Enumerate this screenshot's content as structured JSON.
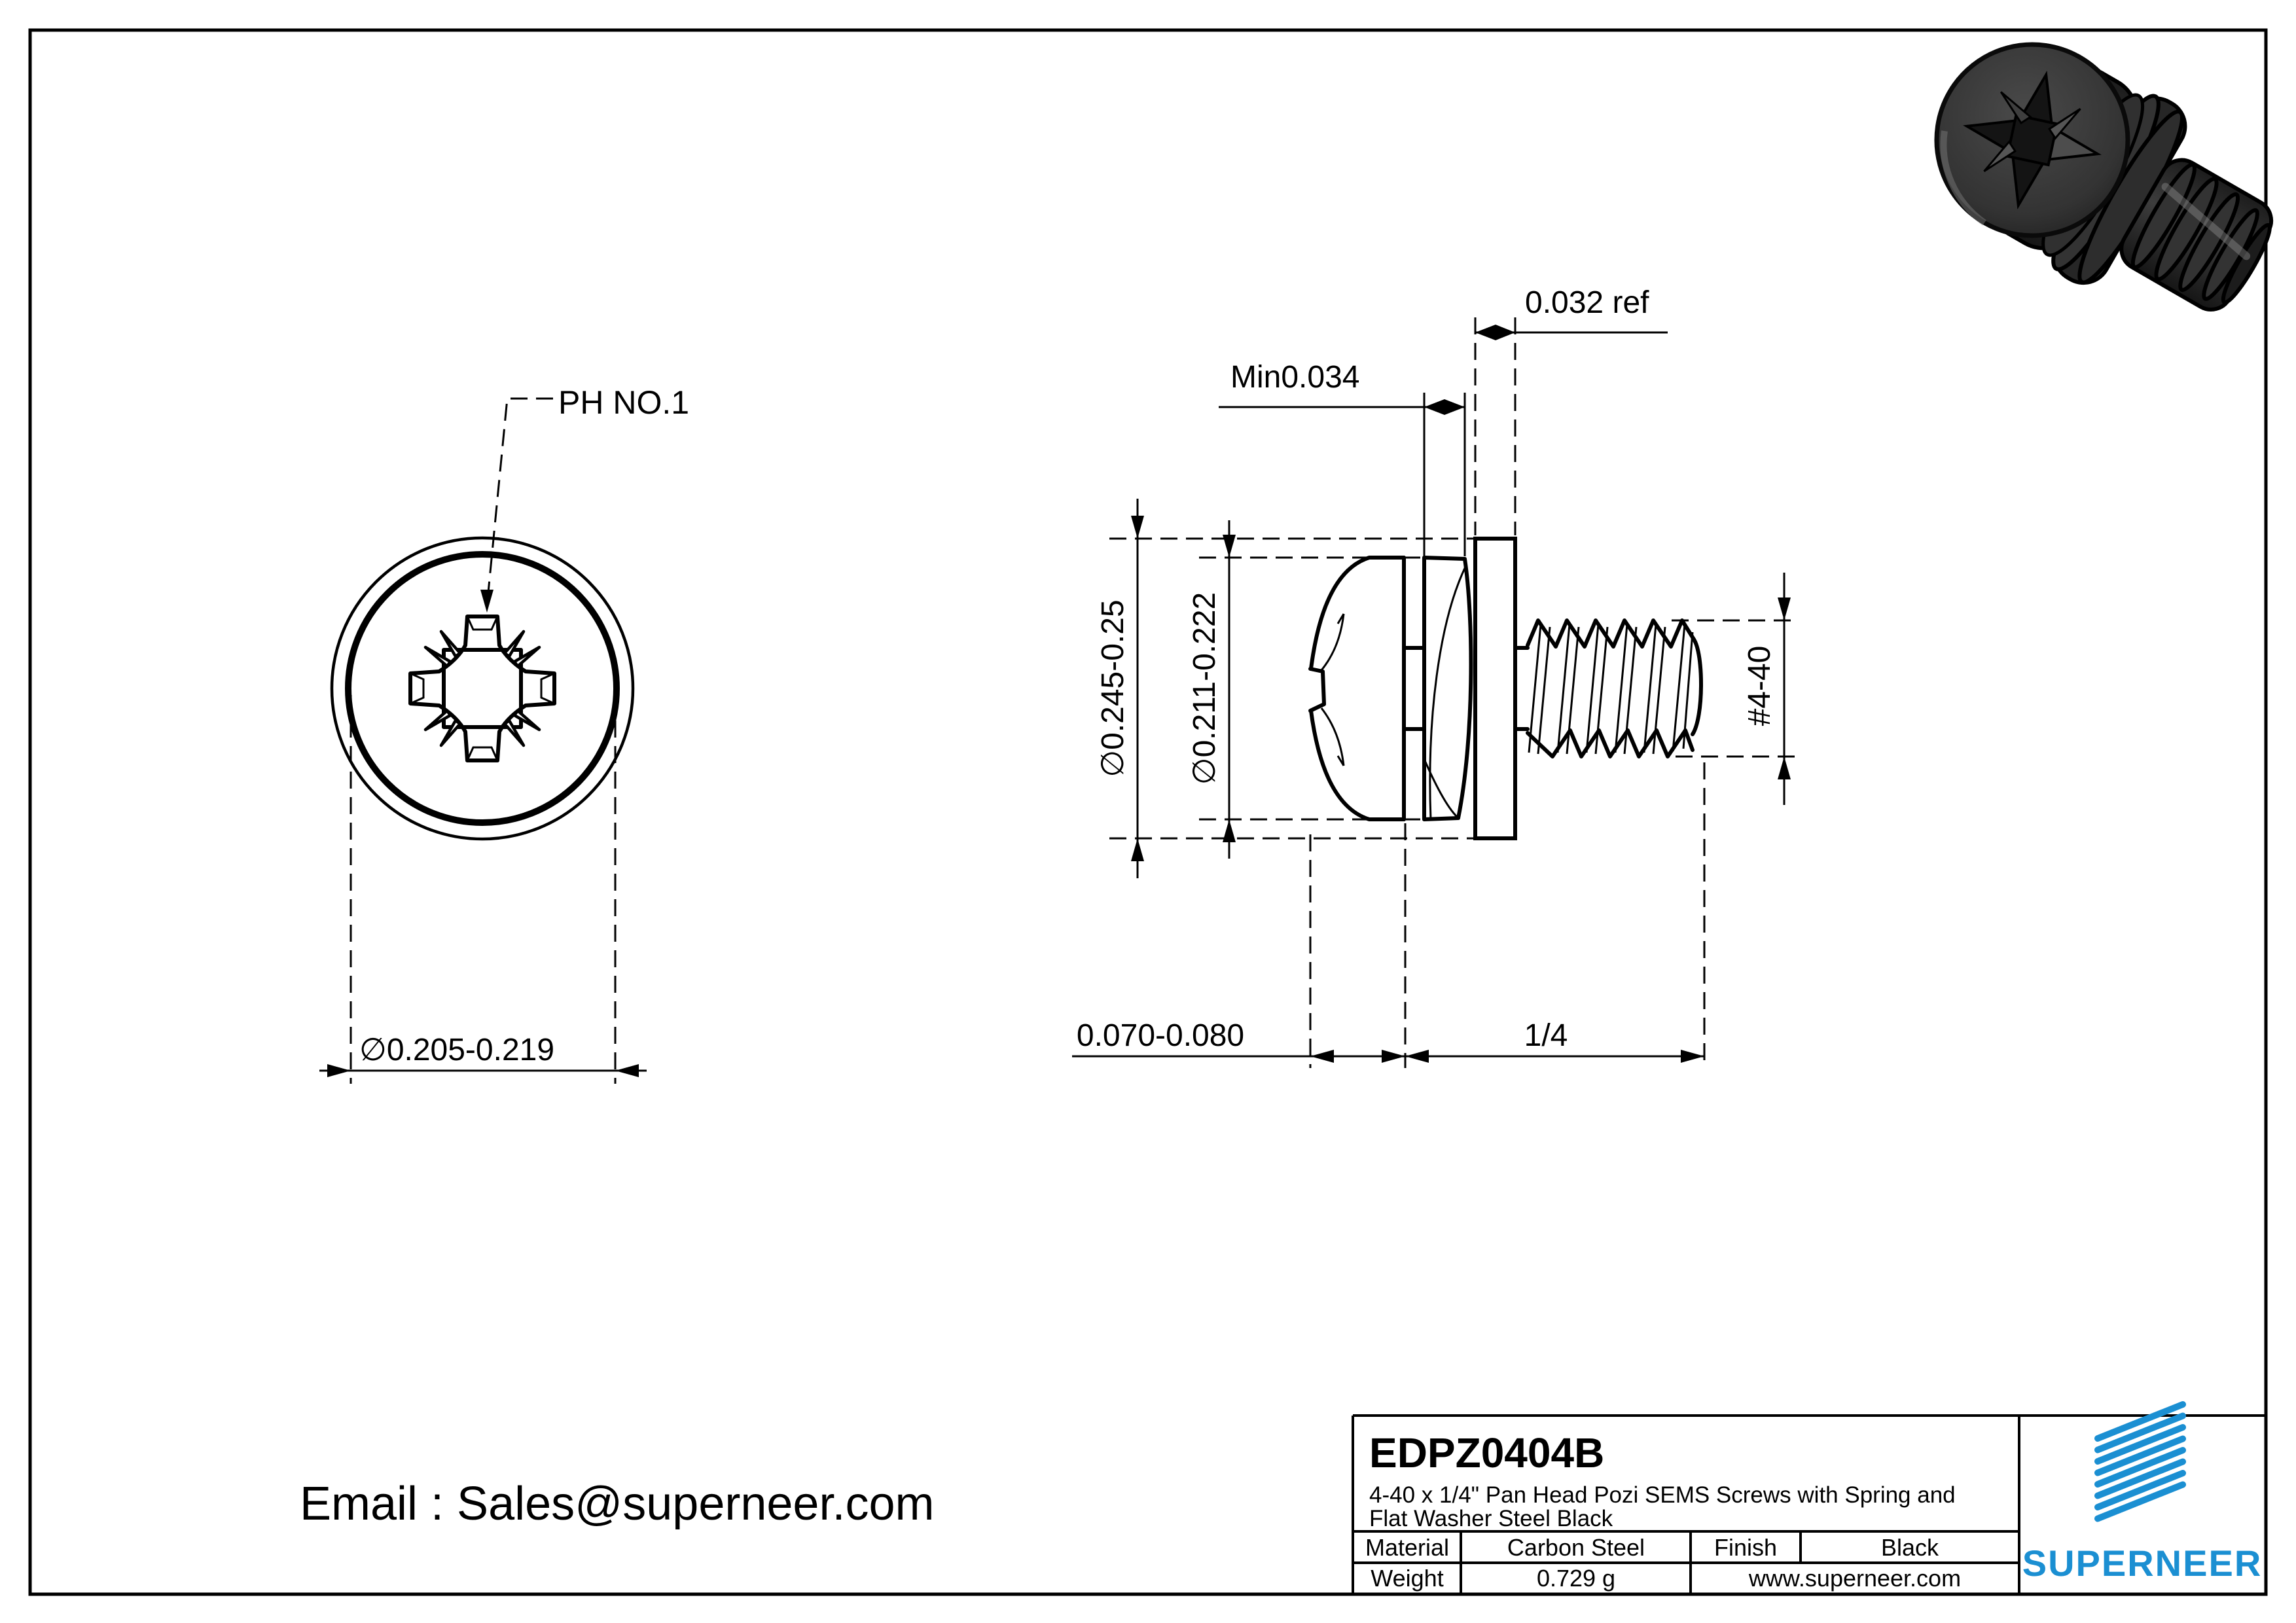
{
  "drawing": {
    "front_view": {
      "recess_label": "PH NO.1",
      "head_diameter": "∅0.205-0.219"
    },
    "side_view": {
      "flat_washer_thickness": "0.032 ref",
      "spring_washer_thickness": "Min0.034",
      "flat_washer_od": "∅0.245-0.25",
      "head_od": "∅0.211-0.222",
      "thread_spec": "#4-40",
      "head_height": "0.070-0.080",
      "thread_length": "1/4"
    },
    "email": "Email : Sales@superneer.com"
  },
  "title_block": {
    "part_number": "EDPZ0404B",
    "description_line1": "4-40 x 1/4\" Pan Head Pozi SEMS Screws with Spring and",
    "description_line2": "Flat Washer Steel Black",
    "material_label": "Material",
    "material_value": "Carbon Steel",
    "finish_label": "Finish",
    "finish_value": "Black",
    "weight_label": "Weight",
    "weight_value": "0.729 g",
    "website": "www.superneer.com",
    "brand": "SUPERNEER",
    "brand_color": "#1b8fd2",
    "link_color": "#2b93e3"
  }
}
